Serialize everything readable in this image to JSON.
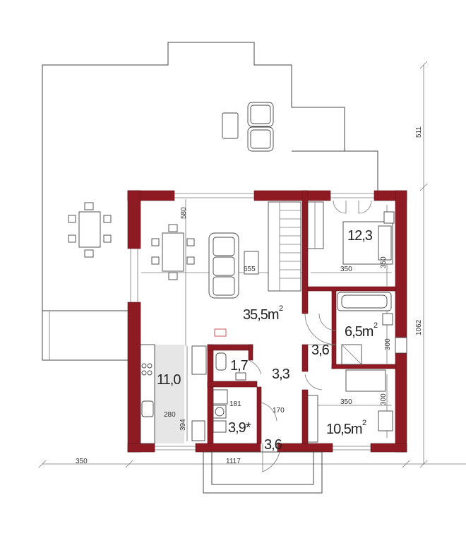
{
  "rooms": {
    "living": "35,5m",
    "bedroom_top": "12,3",
    "bathroom": "6,5m",
    "kitchen": "11,0",
    "wc": "1,7",
    "hall": "3,3",
    "corridor": "3,6",
    "utility": "3,9*",
    "vestibule": "3,6",
    "bedroom_bottom": "10,5m"
  },
  "superscript": "2",
  "dimensions": {
    "d580": "580",
    "d655": "655",
    "d350a": "350",
    "d350b": "350",
    "d300a": "300",
    "d300b": "300",
    "d350c": "350",
    "d181": "181",
    "d170": "170",
    "d280": "280",
    "d394": "394",
    "d1117": "1117",
    "d350_left": "350",
    "d1062": "1062",
    "d511": "511"
  }
}
